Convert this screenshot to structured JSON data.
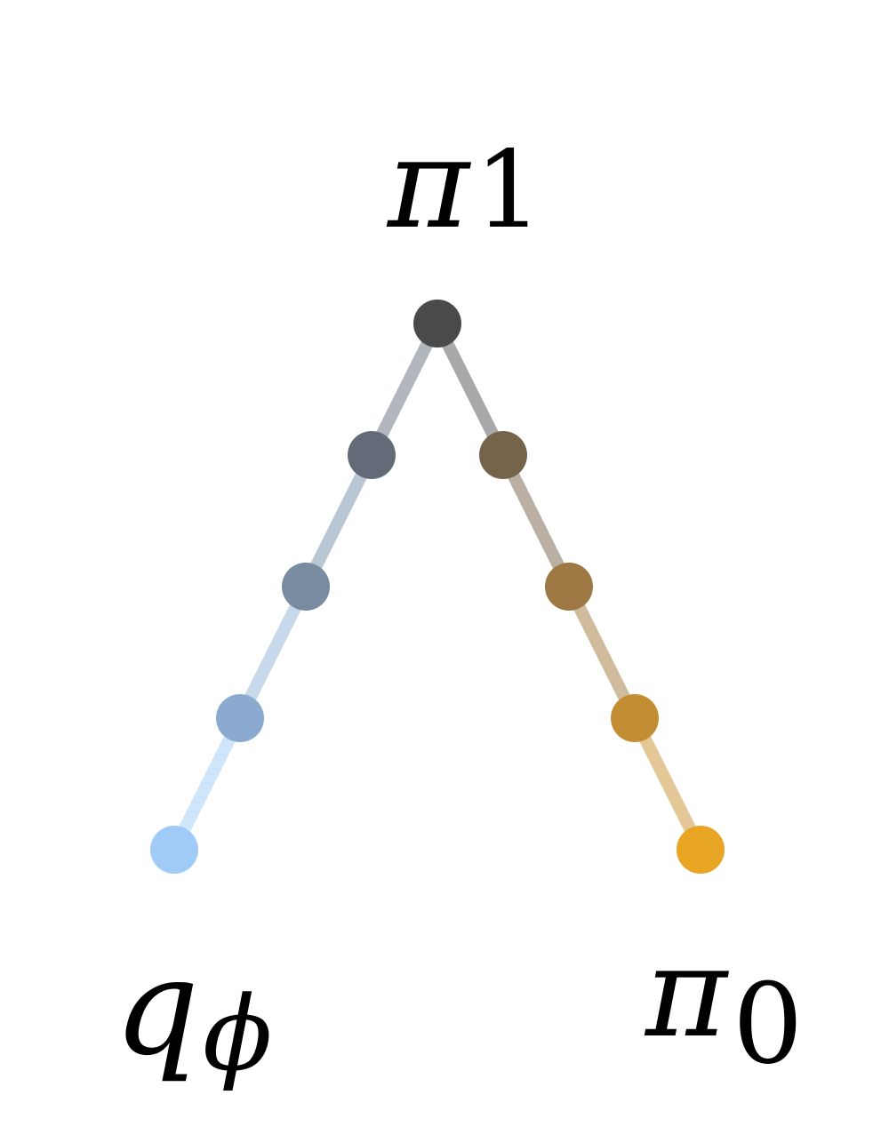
{
  "labels": {
    "top": {
      "symbol": "π",
      "subscript": "1"
    },
    "left": {
      "symbol": "q",
      "subscript": "ϕ"
    },
    "right": {
      "symbol": "π",
      "subscript": "0"
    }
  },
  "colors": {
    "top_node": "#4a4a4a",
    "left_path_nodes": [
      "#636b78",
      "#788ba0",
      "#8aabcf",
      "#a0cbf6"
    ],
    "right_path_nodes": [
      "#75644a",
      "#9d7843",
      "#c38e33",
      "#e8a524"
    ],
    "left_path_edges": [
      "#b0b6bc",
      "#b9c6d4",
      "#c6d8ea",
      "#cfe5fb"
    ],
    "right_path_edges": [
      "#a9a9a9",
      "#b9b0a3",
      "#d0bc9d",
      "#e3c796"
    ]
  }
}
